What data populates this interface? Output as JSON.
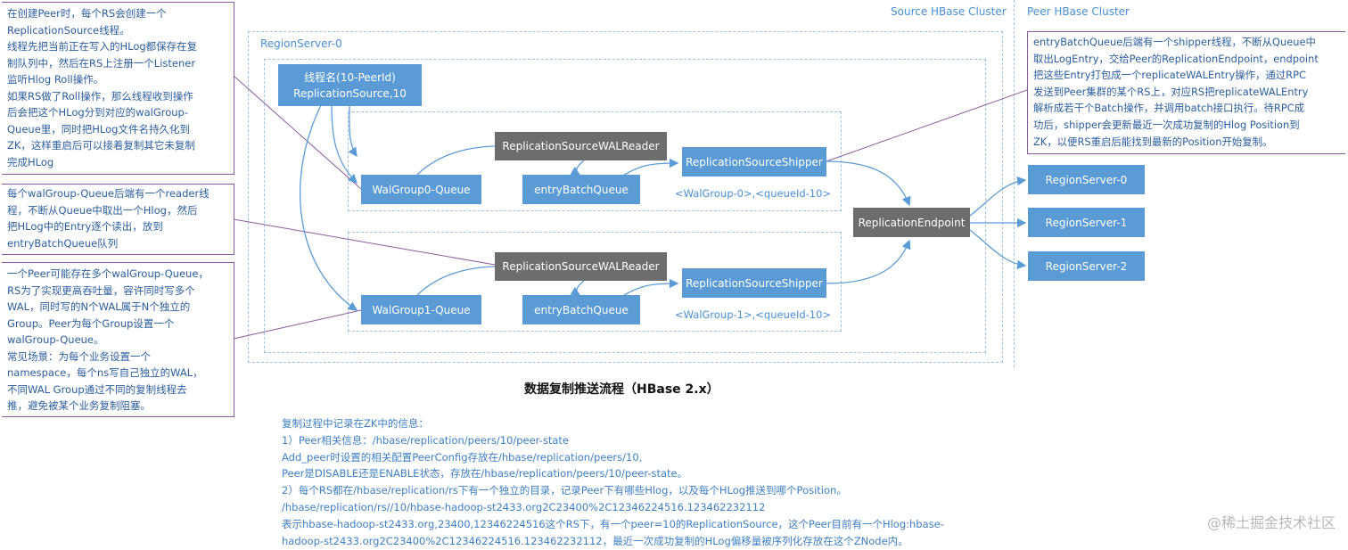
{
  "clusters": {
    "source": "Source HBase Cluster",
    "peer": "Peer HBase Cluster",
    "region_server_0": "RegionServer-0"
  },
  "nodes": {
    "replication_source": {
      "line1": "线程名(10-PeerId)",
      "line2": "ReplicationSource,10"
    },
    "wal_reader_0": "ReplicationSourceWALReader",
    "wal_reader_1": "ReplicationSourceWALReader",
    "shipper_0": "ReplicationSourceShipper",
    "shipper_1": "ReplicationSourceShipper",
    "walgroup0_queue": "WalGroup0-Queue",
    "walgroup1_queue": "WalGroup1-Queue",
    "entry_batch_queue_0": "entryBatchQueue",
    "entry_batch_queue_1": "entryBatchQueue",
    "shipper_tag_0": "<WalGroup-0>,<queueId-10>",
    "shipper_tag_1": "<WalGroup-1>,<queueId-10>",
    "replication_endpoint": "ReplicationEndpoint",
    "peer_rs_0": "RegionServer-0",
    "peer_rs_1": "RegionServer-1",
    "peer_rs_2": "RegionServer-2"
  },
  "notes": {
    "note1": "在创建Peer时，每个RS会创建一个\nReplicationSource线程。\n线程先把当前正在写入的HLog都保存在复\n制队列中，然后在RS上注册一个Listener\n监听Hlog Roll操作。\n如果RS做了Roll操作，那么线程收到操作\n后会把这个HLog分到对应的walGroup-\nQueue里，同时把HLog文件名持久化到\nZK，这样重启后可以接着复制其它未复制\n完成HLog",
    "note2": "每个walGroup-Queue后端有一个reader线\n程，不断从Queue中取出一个Hlog，然后\n把HLog中的Entry逐个读出，放到\nentryBatchQueue队列",
    "note3": "一个Peer可能存在多个walGroup-Queue，\nRS为了实现更高吞吐量，容许同时写多个\nWAL，同时写的N个WAL属于N个独立的\nGroup。Peer为每个Group设置一个\nwalGroup-Queue。\n常见场景：为每个业务设置一个\nnamespace，每个ns写自己独立的WAL，\n不同WAL Group通过不同的复制线程去\n推，避免被某个业务复制阻塞。",
    "note4": "entryBatchQueue后端有一个shipper线程，不断从Queue中\n取出LogEntry，交给Peer的ReplicationEndpoint，endpoint\n把这些Entry打包成一个replicateWALEntry操作，通过RPC\n发送到Peer集群的某个RS上，对应RS把replicateWALEntry\n解析成若干个Batch操作，并调用batch接口执行。待RPC成\n功后，shipper会更新最近一次成功复制的Hlog Position到\nZK，以便RS重启后能找到最新的Position开始复制。"
  },
  "title": "数据复制推送流程（HBase 2.x）",
  "zk_info": "复制过程中记录在ZK中的信息：\n1）Peer相关信息：/hbase/replication/peers/10/peer-state\nAdd_peer时设置的相关配置PeerConfig存放在/hbase/replication/peers/10,\nPeer是DISABLE还是ENABLE状态，存放在/hbase/replication/peers/10/peer-state。\n2）每个RS都在/hbase/replication/rs下有一个独立的目录，记录Peer下有哪些Hlog，以及每个HLog推送到哪个Position。\n/hbase/replication/rs//10/hbase-hadoop-st2433.org2C23400%2C12346224516.123462232112\n表示hbase-hadoop-st2433.org,23400,12346224516这个RS下，有一个peer=10的ReplicationSource，这个Peer目前有一个Hlog:hbase-\nhadoop-st2433.org2C23400%2C12346224516.123462232112，最近一次成功复制的HLog偏移量被序列化存放在这个ZNode内。",
  "watermark": "@稀土掘金技术社区",
  "colors": {
    "node_blue": "#5b9bd5",
    "node_gray": "#6d6d6d",
    "dashed": "#9dc3e6",
    "note_text": "#2b5e9e",
    "connector": "#8e5ba0"
  }
}
